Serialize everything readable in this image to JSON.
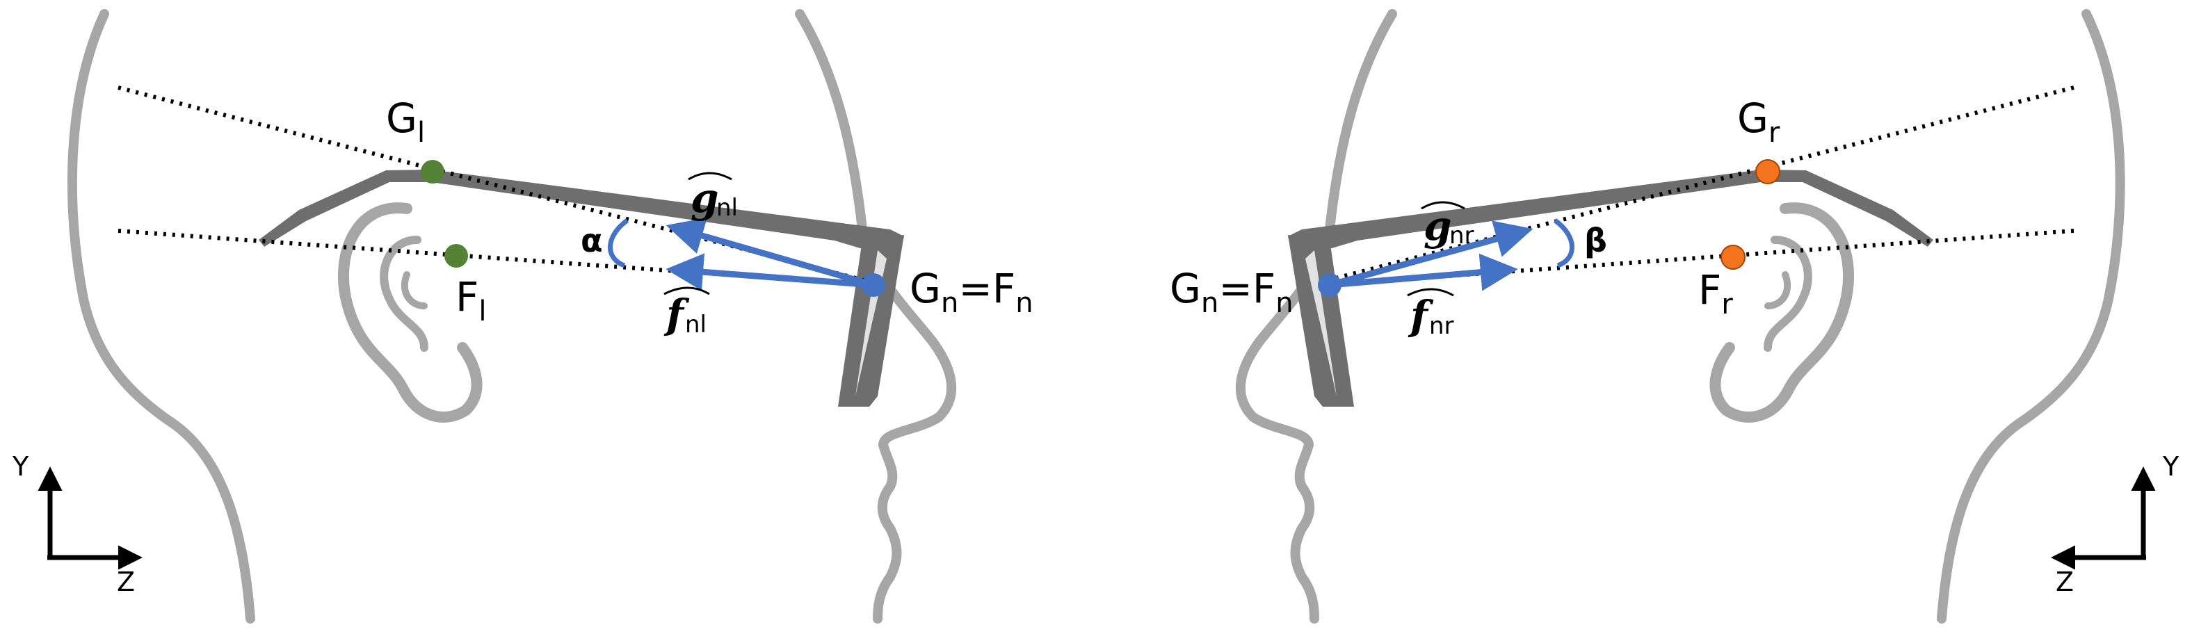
{
  "left_view": {
    "point_G": {
      "main": "G",
      "sub": "l"
    },
    "point_F": {
      "main": "F",
      "sub": "l"
    },
    "vector_g": {
      "main": "g",
      "sub": "nl"
    },
    "vector_f": {
      "main": "f",
      "sub": "nl"
    },
    "angle": "α",
    "origin": "G",
    "origin_sub": "n",
    "origin_eq": "=F",
    "origin_sub2": "n",
    "axis_y": "Y",
    "axis_z": "Z"
  },
  "right_view": {
    "point_G": {
      "main": "G",
      "sub": "r"
    },
    "point_F": {
      "main": "F",
      "sub": "r"
    },
    "vector_g": {
      "main": "g",
      "sub": "nr"
    },
    "vector_f": {
      "main": "f",
      "sub": "nr"
    },
    "angle": "β",
    "origin": "G",
    "origin_sub": "n",
    "origin_eq": "=F",
    "origin_sub2": "n",
    "axis_y": "Y",
    "axis_z": "Z"
  },
  "colors": {
    "head_outline": "#a6a6a6",
    "glasses": "#6e6e6e",
    "vector_blue": "#4472c4",
    "point_green": "#548235",
    "point_orange": "#f4741e",
    "dotted_line": "#000000"
  }
}
